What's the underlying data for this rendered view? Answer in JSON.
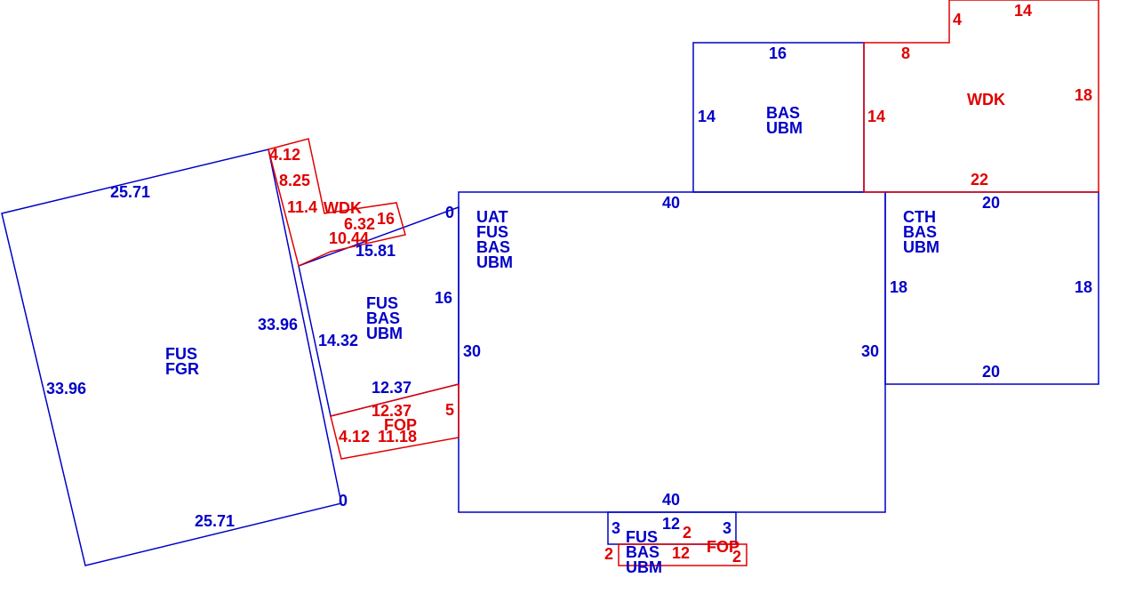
{
  "colors": {
    "structure": "#0000c8",
    "addition": "#e00000",
    "background": "#ffffff"
  },
  "polygons": [
    {
      "id": "fgr-block",
      "color": "structure"
    },
    {
      "id": "fus-connector",
      "color": "structure"
    },
    {
      "id": "main-block",
      "color": "structure"
    },
    {
      "id": "cth-block",
      "color": "structure"
    },
    {
      "id": "top-bas-block",
      "color": "structure"
    },
    {
      "id": "bottom-fus-block",
      "color": "structure"
    },
    {
      "id": "wdk-large",
      "color": "addition"
    },
    {
      "id": "wdk-small",
      "color": "addition"
    },
    {
      "id": "fop-left",
      "color": "addition"
    },
    {
      "id": "fop-bottom",
      "color": "addition"
    }
  ],
  "areas": {
    "fgr": [
      "FUS",
      "FGR"
    ],
    "connector": [
      "FUS",
      "BAS",
      "UBM"
    ],
    "main": [
      "UAT",
      "FUS",
      "BAS",
      "UBM"
    ],
    "cth": [
      "CTH",
      "BAS",
      "UBM"
    ],
    "top": [
      "BAS",
      "UBM"
    ],
    "bottom": [
      "FUS",
      "BAS",
      "UBM"
    ],
    "wdk_large": [
      "WDK"
    ],
    "wdk_small": [
      "WDK"
    ],
    "fop_left": [
      "FOP"
    ],
    "fop_bottom": [
      "FOP"
    ]
  },
  "dimensions": {
    "fgr_top": "25.71",
    "fgr_bottom": "25.71",
    "fgr_left": "33.96",
    "fgr_right": "33.96",
    "fgr_corner": "0",
    "conn_top": "15.81",
    "conn_corner": "0",
    "conn_left": "14.32",
    "conn_right": "16",
    "conn_bottom": "12.37",
    "main_top": "40",
    "main_bottom": "40",
    "main_left": "30",
    "main_right": "30",
    "cth_top": "20",
    "cth_bottom": "20",
    "cth_left": "18",
    "cth_right": "18",
    "top_top": "16",
    "top_left": "14",
    "bot_top": "12",
    "bot_left": "3",
    "bot_right": "3",
    "wdkL_4": "4",
    "wdkL_14top": "14",
    "wdkL_8": "8",
    "wdkL_14left": "14",
    "wdkL_18": "18",
    "wdkL_22": "22",
    "wdkS_412": "4.12",
    "wdkS_825": "8.25",
    "wdkS_114": "11.4",
    "wdkS_632": "6.32",
    "wdkS_16": "16",
    "wdkS_1044": "10.44",
    "fopL_1237": "12.37",
    "fopL_5": "5",
    "fopL_412": "4.12",
    "fopL_1118": "11.18",
    "fopB_2top": "2",
    "fopB_2left": "2",
    "fopB_12": "12",
    "fopB_2right": "2"
  }
}
